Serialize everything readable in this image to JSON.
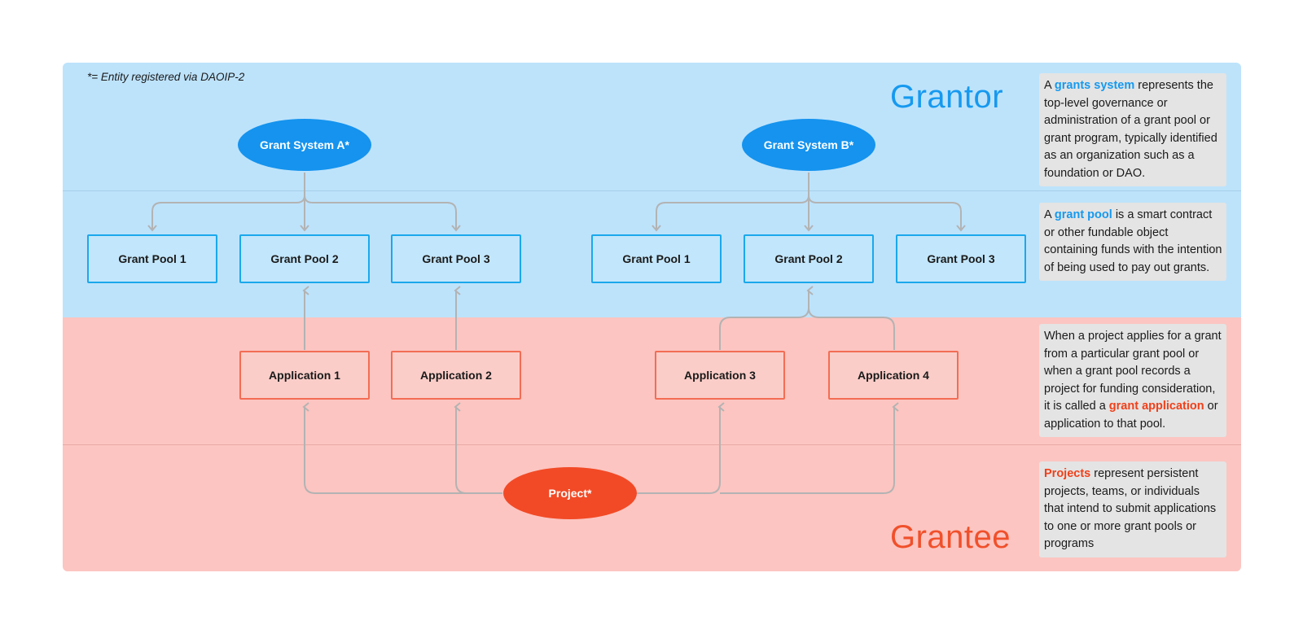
{
  "legend_note": "*= Entity registered via DAOIP-2",
  "roles": {
    "grantor": "Grantor",
    "grantee": "Grantee"
  },
  "colors": {
    "grantor_band": "#bde3fb",
    "grantee_band": "#fcc5c1",
    "grantor_accent": "#1593ee",
    "grantee_accent": "#f24a26",
    "connector": "#b3b3b3"
  },
  "nodes": {
    "grant_system_a": "Grant System A*",
    "grant_system_b": "Grant System B*",
    "pools_a": [
      "Grant Pool 1",
      "Grant Pool 2",
      "Grant Pool 3"
    ],
    "pools_b": [
      "Grant Pool 1",
      "Grant Pool 2",
      "Grant Pool 3"
    ],
    "applications": [
      "Application 1",
      "Application 2",
      "Application 3",
      "Application 4"
    ],
    "project": "Project*"
  },
  "explanations": {
    "system": {
      "before": "A ",
      "term": "grants system",
      "after": " represents the top-level governance or administration of a grant pool or grant program, typically identified as an organization such as a foundation or DAO."
    },
    "pool": {
      "before": "A ",
      "term": "grant pool",
      "after": " is a smart contract or other fundable object containing funds with the intention of being used to pay out grants."
    },
    "application": {
      "before": "When a project applies for a grant from a particular grant pool or when a grant pool records a project for funding consideration, it is called a ",
      "term": "grant application",
      "after": " or application to that pool."
    },
    "project": {
      "before": "",
      "term": "Projects",
      "after": " represent persistent projects, teams, or individuals that intend to submit applications to one or more grant pools or programs"
    }
  }
}
